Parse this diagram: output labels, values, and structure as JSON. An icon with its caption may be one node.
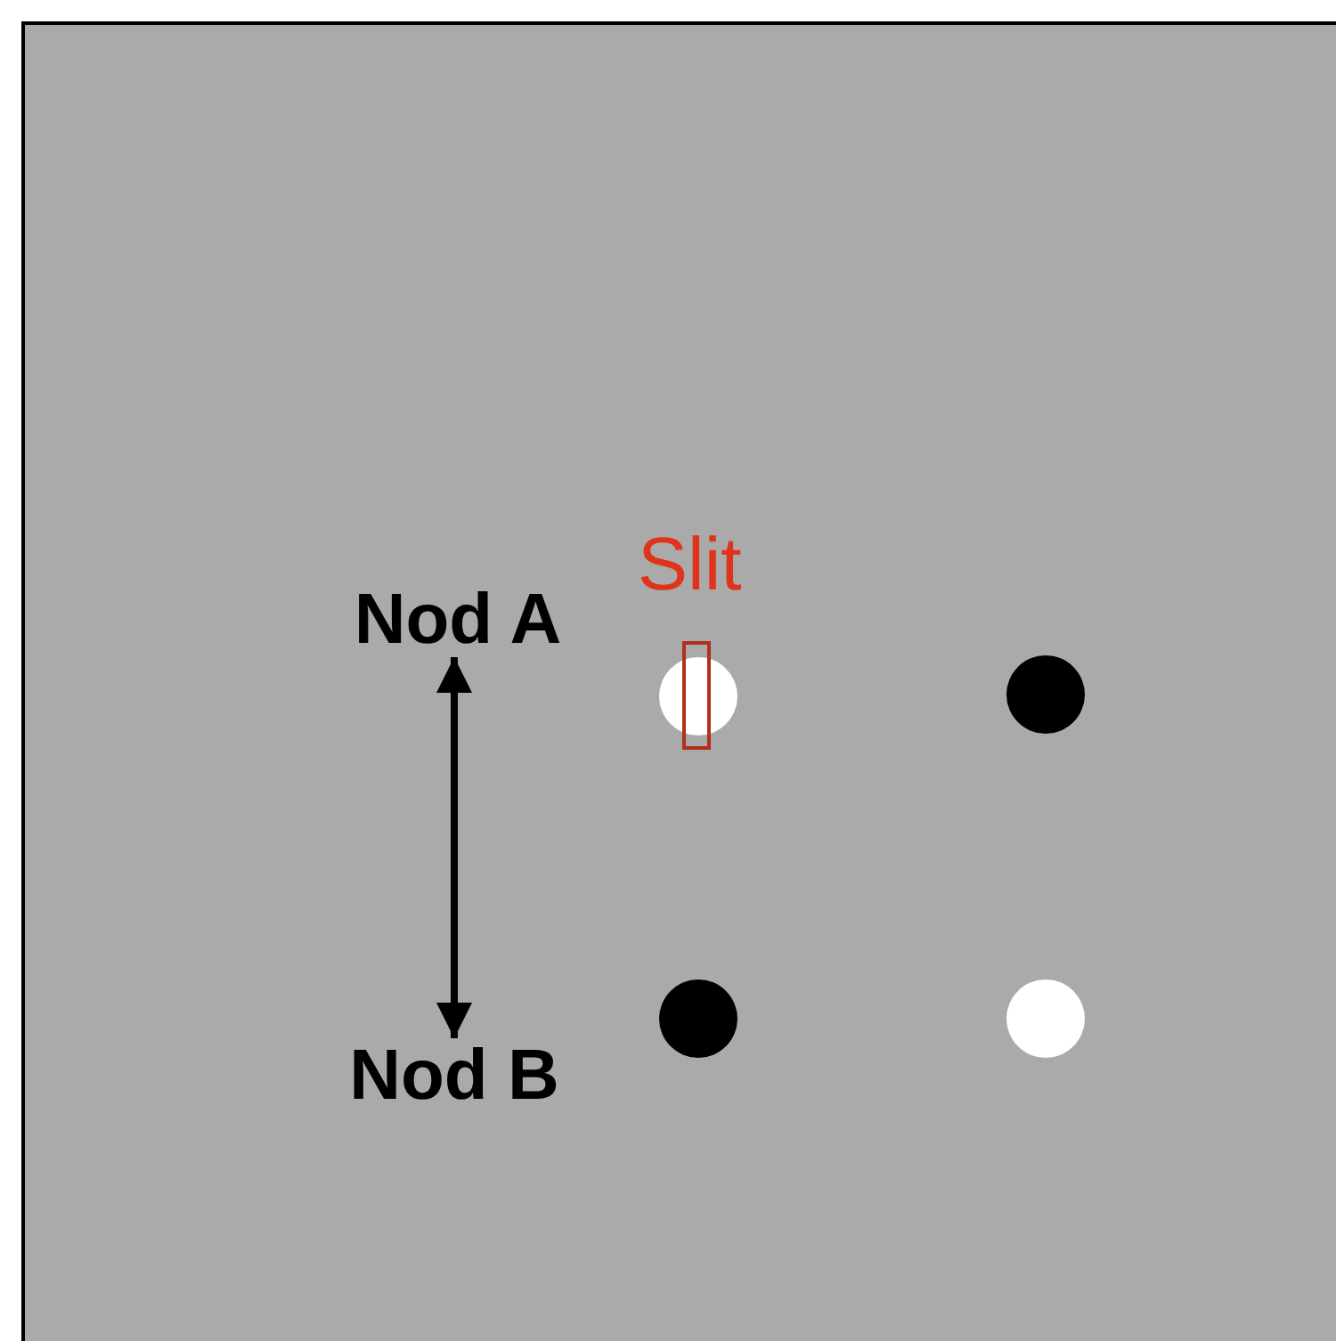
{
  "diagram": {
    "nodes": [
      {
        "text": [
          "Nod A"
        ]
      },
      {
        "text": [
          "Nod B"
        ]
      }
    ],
    "edges": [
      {
        "from": 0,
        "to": 1,
        "arrow": "both"
      }
    ],
    "labels": [
      "Slit"
    ]
  }
}
